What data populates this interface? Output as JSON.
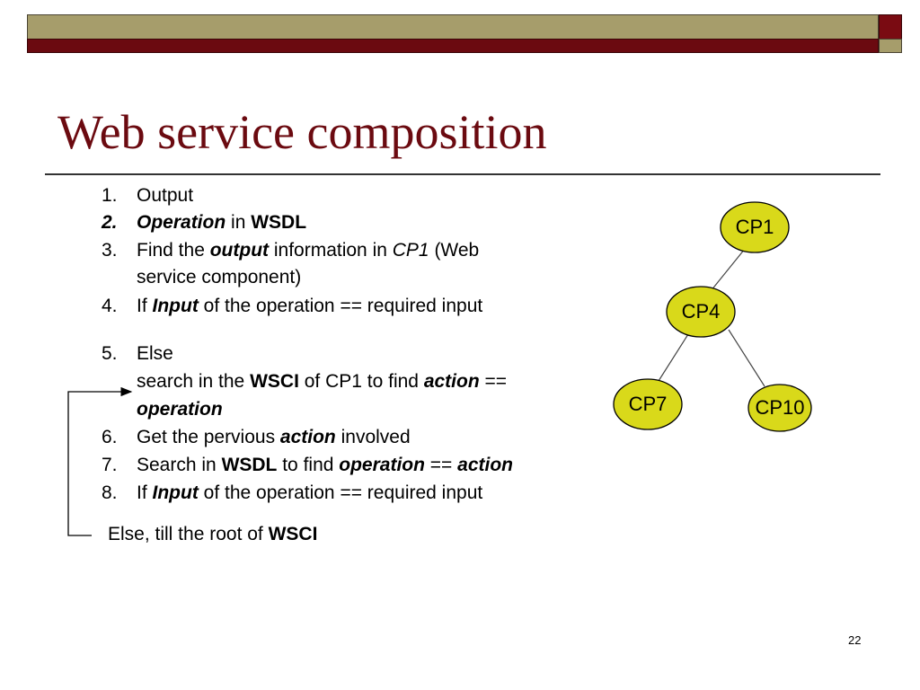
{
  "slide": {
    "title": "Web service composition",
    "page_number": "22",
    "colors": {
      "title": "#6b0a10",
      "band_light": "#a69d6b",
      "band_dark": "#6b0a10",
      "node_fill": "#d9d91a"
    }
  },
  "list": [
    {
      "num": "1.",
      "parts": [
        {
          "t": "Output",
          "s": ""
        }
      ]
    },
    {
      "num": "2.",
      "num_style": "bi",
      "parts": [
        {
          "t": "Operation",
          "s": "bi"
        },
        {
          "t": " in ",
          "s": ""
        },
        {
          "t": "WSDL",
          "s": "b"
        }
      ]
    },
    {
      "num": "3.",
      "parts": [
        {
          "t": "Find the ",
          "s": ""
        },
        {
          "t": "output",
          "s": "bi"
        },
        {
          "t": " information in ",
          "s": ""
        },
        {
          "t": "CP1",
          "s": "i"
        },
        {
          "t": " (Web",
          "s": ""
        }
      ]
    },
    {
      "num": "",
      "parts": [
        {
          "t": "service component)",
          "s": ""
        }
      ]
    },
    {
      "num": "4.",
      "parts": [
        {
          "t": "If ",
          "s": ""
        },
        {
          "t": "Input",
          "s": "bi"
        },
        {
          "t": " of the operation == required input",
          "s": ""
        }
      ]
    },
    {
      "num": "5.",
      "parts": [
        {
          "t": "Else",
          "s": ""
        }
      ]
    },
    {
      "num": "",
      "parts": [
        {
          "t": "search in the ",
          "s": ""
        },
        {
          "t": "WSCI",
          "s": "b"
        },
        {
          "t": " of CP1 to find ",
          "s": ""
        },
        {
          "t": "action",
          "s": "bi"
        },
        {
          "t": " ==",
          "s": ""
        }
      ]
    },
    {
      "num": "",
      "parts": [
        {
          "t": "operation",
          "s": "bi"
        }
      ]
    },
    {
      "num": "6.",
      "parts": [
        {
          "t": "Get the pervious ",
          "s": ""
        },
        {
          "t": "action",
          "s": "bi"
        },
        {
          "t": " involved",
          "s": ""
        }
      ]
    },
    {
      "num": "7.",
      "parts": [
        {
          "t": "Search in ",
          "s": ""
        },
        {
          "t": "WSDL",
          "s": "b"
        },
        {
          "t": " to find ",
          "s": ""
        },
        {
          "t": "operation",
          "s": "bi"
        },
        {
          "t": " == ",
          "s": ""
        },
        {
          "t": "action",
          "s": "bi"
        }
      ]
    },
    {
      "num": "8.",
      "parts": [
        {
          "t": "If ",
          "s": ""
        },
        {
          "t": "Input",
          "s": "bi"
        },
        {
          "t": " of the operation == required input",
          "s": ""
        }
      ]
    }
  ],
  "loop_note": [
    {
      "t": "Else, till the root of ",
      "s": ""
    },
    {
      "t": "WSCI",
      "s": "b"
    }
  ],
  "tree": {
    "nodes": [
      {
        "id": "cp1",
        "label": "CP1"
      },
      {
        "id": "cp4",
        "label": "CP4"
      },
      {
        "id": "cp7",
        "label": "CP7"
      },
      {
        "id": "cp10",
        "label": "CP10"
      }
    ],
    "edges": [
      [
        "cp1",
        "cp4"
      ],
      [
        "cp4",
        "cp7"
      ],
      [
        "cp4",
        "cp10"
      ]
    ]
  }
}
